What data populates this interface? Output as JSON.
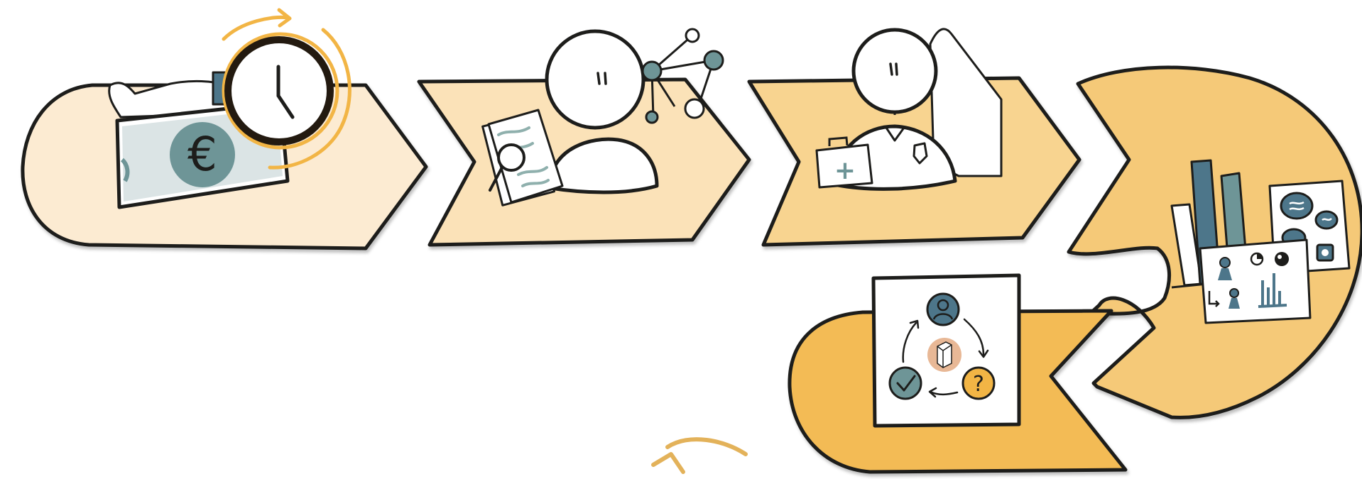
{
  "process": {
    "steps": [
      {
        "id": "step-1",
        "icons": [
          "money-hand-icon",
          "euro-banknote-icon",
          "clock-icon",
          "cycle-arrow-icon"
        ]
      },
      {
        "id": "step-2",
        "icons": [
          "person-icon",
          "document-icon",
          "magnifier-icon",
          "network-icon"
        ]
      },
      {
        "id": "step-3",
        "icons": [
          "doctor-icon",
          "first-aid-kit-icon",
          "badge-icon"
        ]
      },
      {
        "id": "step-4",
        "icons": [
          "bar-chart-icon",
          "dashboard-board-icon",
          "chat-bubbles-icon"
        ]
      },
      {
        "id": "step-5",
        "icons": [
          "user-icon",
          "question-icon",
          "check-icon",
          "package-icon",
          "cycle-arrows-icon"
        ]
      }
    ],
    "colors": {
      "step1": "#fcebd2",
      "step2": "#fbe2b8",
      "step3": "#f8d490",
      "step4": "#f5c978",
      "step5": "#f3bb55",
      "teal": "#6e9597",
      "tealDark": "#4d768a",
      "orange": "#f2b545",
      "outline": "#1d1d1b"
    },
    "symbols": {
      "euro": "€",
      "plus": "+",
      "question": "?"
    }
  }
}
